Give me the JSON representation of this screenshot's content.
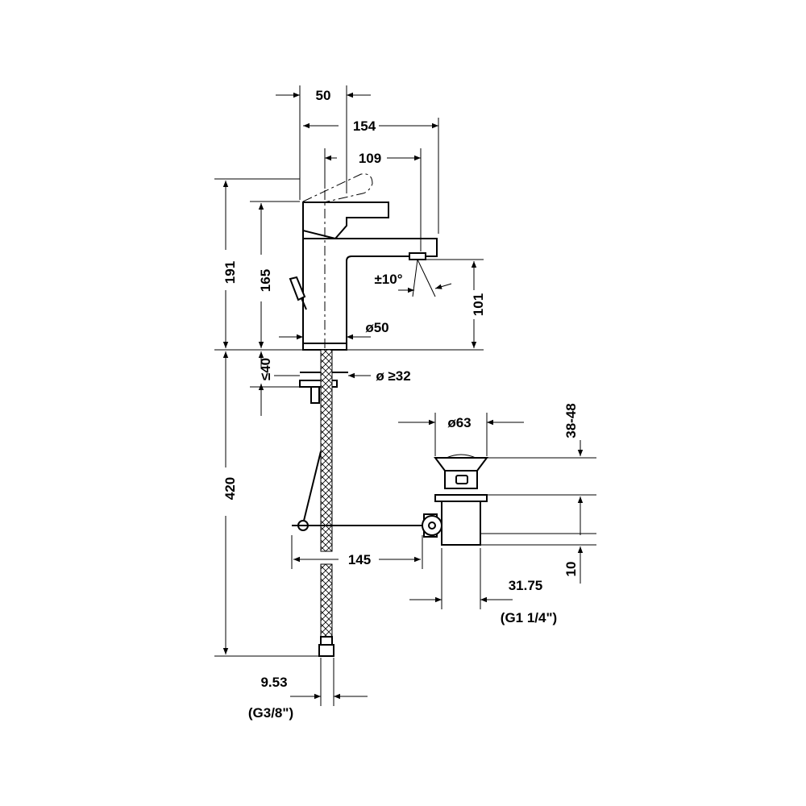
{
  "dimensions": {
    "d50": "50",
    "d154": "154",
    "d109": "109",
    "d191": "191",
    "d165": "165",
    "angle": "±10°",
    "d101": "101",
    "dia50": "ø50",
    "d40": "≤40",
    "dia32": "ø ≥32",
    "dia63": "ø63",
    "d3848": "38-48",
    "d145": "145",
    "d420": "420",
    "d10": "10",
    "d3175": "31.75",
    "g114": "(G1 1/4\")",
    "d953": "9.53",
    "g38": "(G3/8\")"
  }
}
